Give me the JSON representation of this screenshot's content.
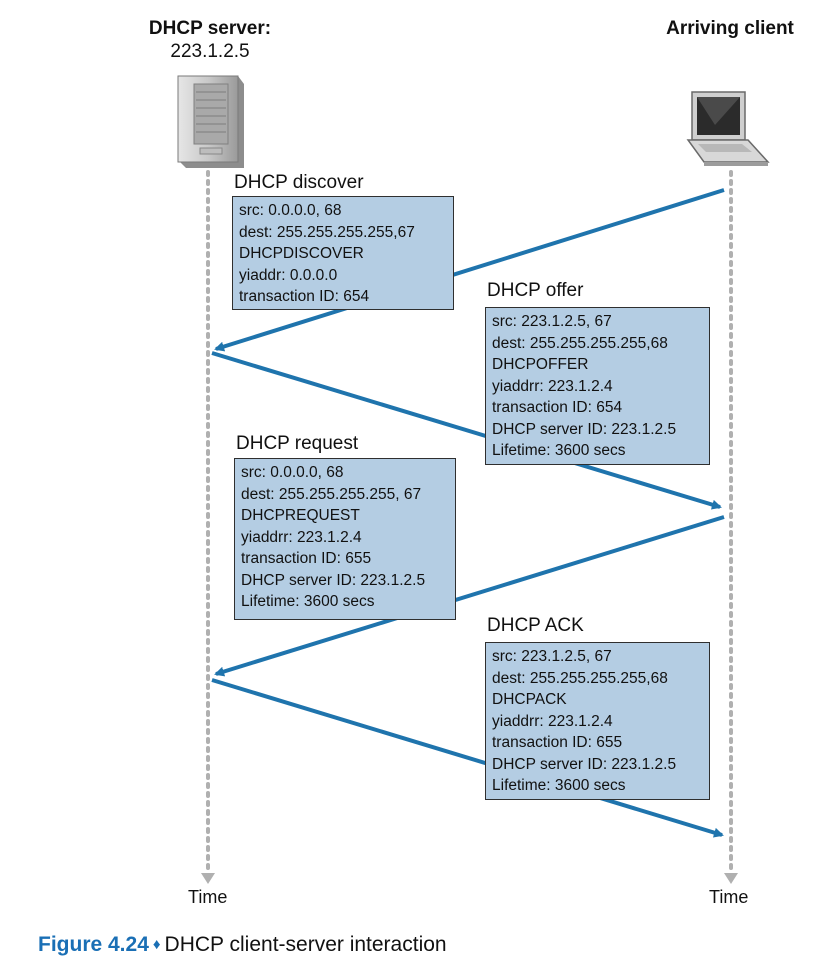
{
  "server": {
    "label": "DHCP server:",
    "address": "223.1.2.5",
    "time_label": "Time"
  },
  "client": {
    "label": "Arriving client",
    "time_label": "Time"
  },
  "messages": [
    {
      "title": "DHCP discover",
      "fields": [
        "src: 0.0.0.0, 68",
        "dest: 255.255.255.255,67",
        "DHCPDISCOVER",
        "yiaddr: 0.0.0.0",
        "transaction ID: 654"
      ]
    },
    {
      "title": "DHCP offer",
      "fields": [
        "src: 223.1.2.5, 67",
        "dest: 255.255.255.255,68",
        "DHCPOFFER",
        "yiaddrr: 223.1.2.4",
        "transaction ID: 654",
        "DHCP server ID: 223.1.2.5",
        "Lifetime: 3600 secs"
      ]
    },
    {
      "title": "DHCP request",
      "fields": [
        "src: 0.0.0.0, 68",
        "dest: 255.255.255.255, 67",
        "DHCPREQUEST",
        "yiaddrr: 223.1.2.4",
        "transaction ID: 655",
        "DHCP server ID: 223.1.2.5",
        "Lifetime: 3600 secs"
      ]
    },
    {
      "title": "DHCP ACK",
      "fields": [
        "src: 223.1.2.5, 67",
        "dest: 255.255.255.255,68",
        "DHCPACK",
        "yiaddrr: 223.1.2.4",
        "transaction ID: 655",
        "DHCP server ID: 223.1.2.5",
        "Lifetime: 3600 secs"
      ]
    }
  ],
  "caption": {
    "figure": "Figure 4.24",
    "separator": "♦",
    "text": "DHCP client-server interaction"
  },
  "colors": {
    "arrow": "#1f74ad",
    "box_fill": "#b4cde3",
    "timeline": "#b0b0b0",
    "caption_accent": "#1a6fb5"
  }
}
